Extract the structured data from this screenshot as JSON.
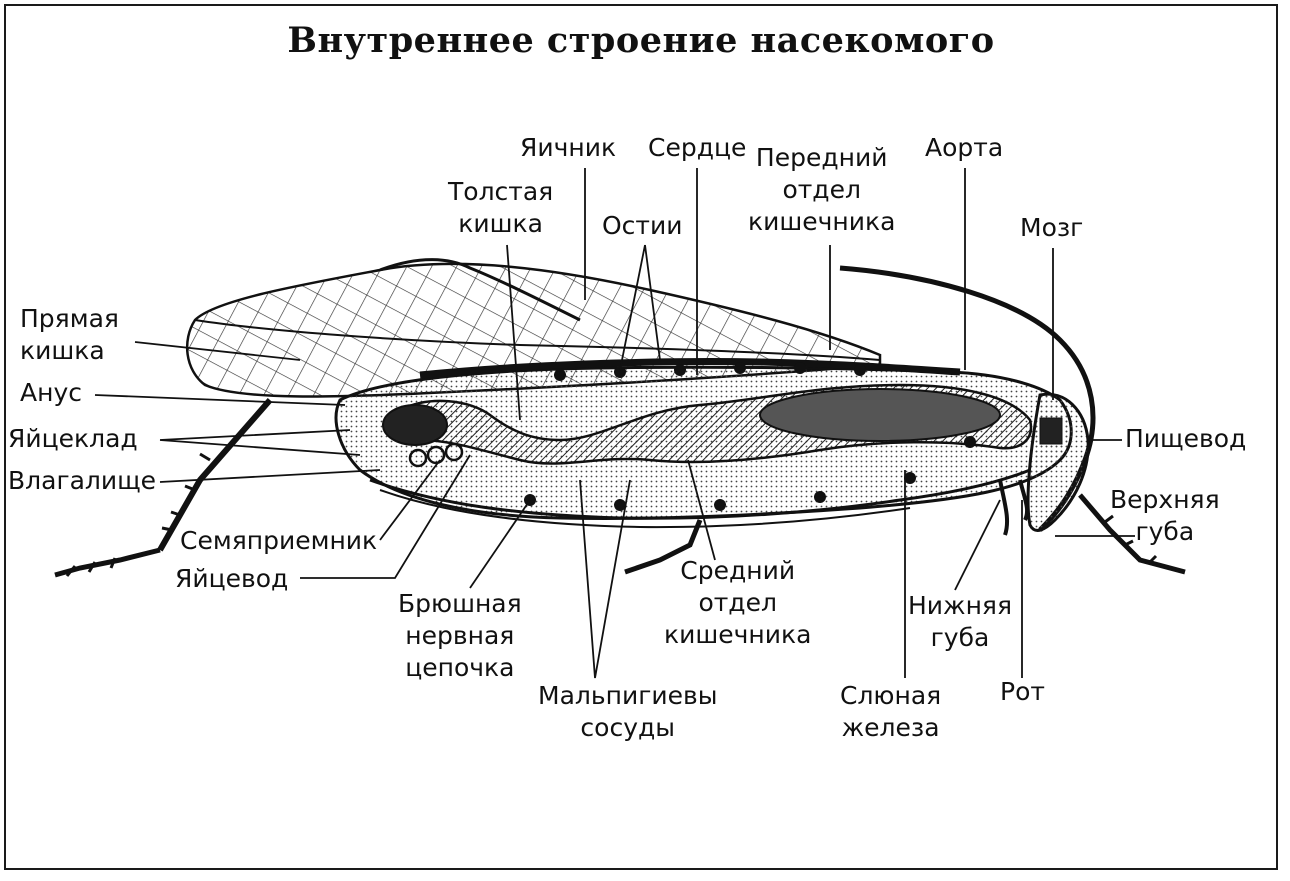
{
  "title": "Внутреннее строение насекомого",
  "labels": {
    "yaichnik": "Яичник",
    "serdtse": "Сердце",
    "perednij": "Передний\nотдел\nкишечника",
    "aorta": "Аорта",
    "tolstaya": "Толстая\nкишка",
    "ostii": "Остии",
    "mozg": "Мозг",
    "pryamaya": "Прямая\nкишка",
    "anus": "Анус",
    "yajtseklad": "Яйцеклад",
    "vlagalishche": "Влагалище",
    "pishchevod": "Пищевод",
    "verkhnyaya": "Верхняя\nгуба",
    "semyapriemnik": "Семяприемник",
    "yajtsevod": "Яйцевод",
    "sredniy": "Средний\nотдел\nкишечника",
    "bryushnaya": "Брюшная\nнервная\nцепочка",
    "nizhnyaya": "Нижняя\nгуба",
    "malpigievy": "Мальпигиевы\nсосуды",
    "slyunnaya": "Слюная\nжелеза",
    "rot": "Рот"
  }
}
